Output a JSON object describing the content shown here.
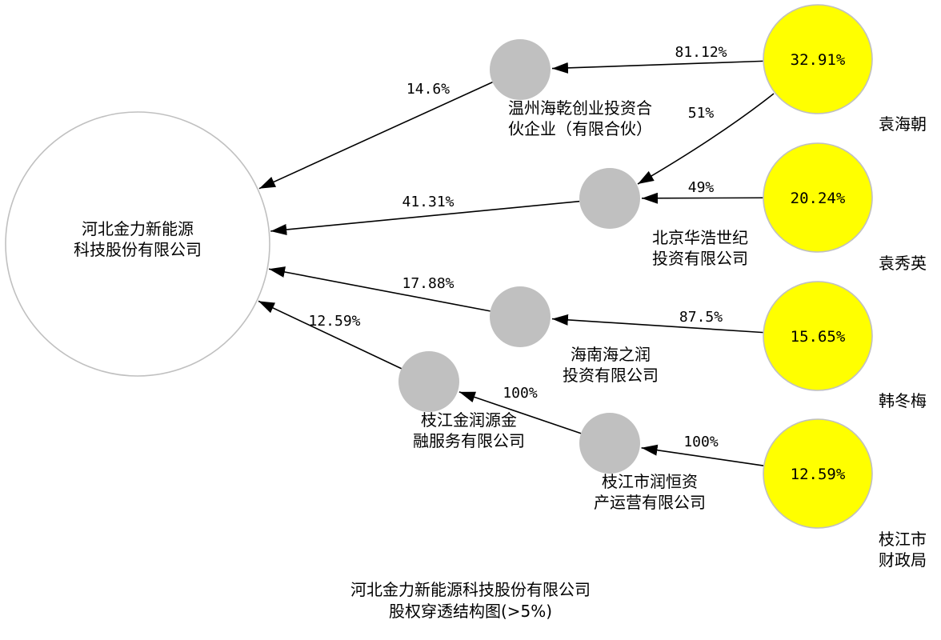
{
  "colors": {
    "background": "#ffffff",
    "target_fill": "#ffffff",
    "target_stroke": "#c0c0c0",
    "company_fill": "#c0c0c0",
    "holder_fill": "#ffff00",
    "holder_stroke": "#c0c0c0",
    "edge": "#000000"
  },
  "target": {
    "label_lines": [
      "河北金力新能源",
      "科技股份有限公司"
    ]
  },
  "companies": [
    {
      "id": "wenzhou",
      "label_lines": [
        "温州海乾创业投资合",
        "伙企业（有限合伙）"
      ]
    },
    {
      "id": "beijing",
      "label_lines": [
        "北京华浩世纪",
        "投资有限公司"
      ]
    },
    {
      "id": "hainan",
      "label_lines": [
        "海南海之润",
        "投资有限公司"
      ]
    },
    {
      "id": "zhijiang_jinrun",
      "label_lines": [
        "枝江金润源金",
        "融服务有限公司"
      ]
    },
    {
      "id": "zhijiang_runheng",
      "label_lines": [
        "枝江市润恒资",
        "产运营有限公司"
      ]
    }
  ],
  "holders": [
    {
      "id": "yuan_haichao",
      "value": "32.91%",
      "name_lines": [
        "袁海朝"
      ]
    },
    {
      "id": "yuan_xiuying",
      "value": "20.24%",
      "name_lines": [
        "袁秀英"
      ]
    },
    {
      "id": "han_dongmei",
      "value": "15.65%",
      "name_lines": [
        "韩冬梅"
      ]
    },
    {
      "id": "zhijiang_caizheng",
      "value": "12.59%",
      "name_lines": [
        "枝江市",
        "财政局"
      ]
    }
  ],
  "edges": [
    {
      "id": "e1",
      "from": "yuan_haichao",
      "to": "wenzhou",
      "label": "81.12%"
    },
    {
      "id": "e2",
      "from": "yuan_haichao",
      "to": "beijing",
      "label": "51%"
    },
    {
      "id": "e3",
      "from": "yuan_xiuying",
      "to": "beijing",
      "label": "49%"
    },
    {
      "id": "e4",
      "from": "han_dongmei",
      "to": "hainan",
      "label": "87.5%"
    },
    {
      "id": "e5",
      "from": "zhijiang_caizheng",
      "to": "zhijiang_runheng",
      "label": "100%"
    },
    {
      "id": "e6",
      "from": "zhijiang_runheng",
      "to": "zhijiang_jinrun",
      "label": "100%"
    },
    {
      "id": "e7",
      "from": "wenzhou",
      "to": "target",
      "label": "14.6%"
    },
    {
      "id": "e8",
      "from": "beijing",
      "to": "target",
      "label": "41.31%"
    },
    {
      "id": "e9",
      "from": "hainan",
      "to": "target",
      "label": "17.88%"
    },
    {
      "id": "e10",
      "from": "zhijiang_jinrun",
      "to": "target",
      "label": "12.59%"
    }
  ],
  "caption": {
    "line1": "河北金力新能源科技股份有限公司",
    "line2": "股权穿透结构图(>5%)"
  }
}
